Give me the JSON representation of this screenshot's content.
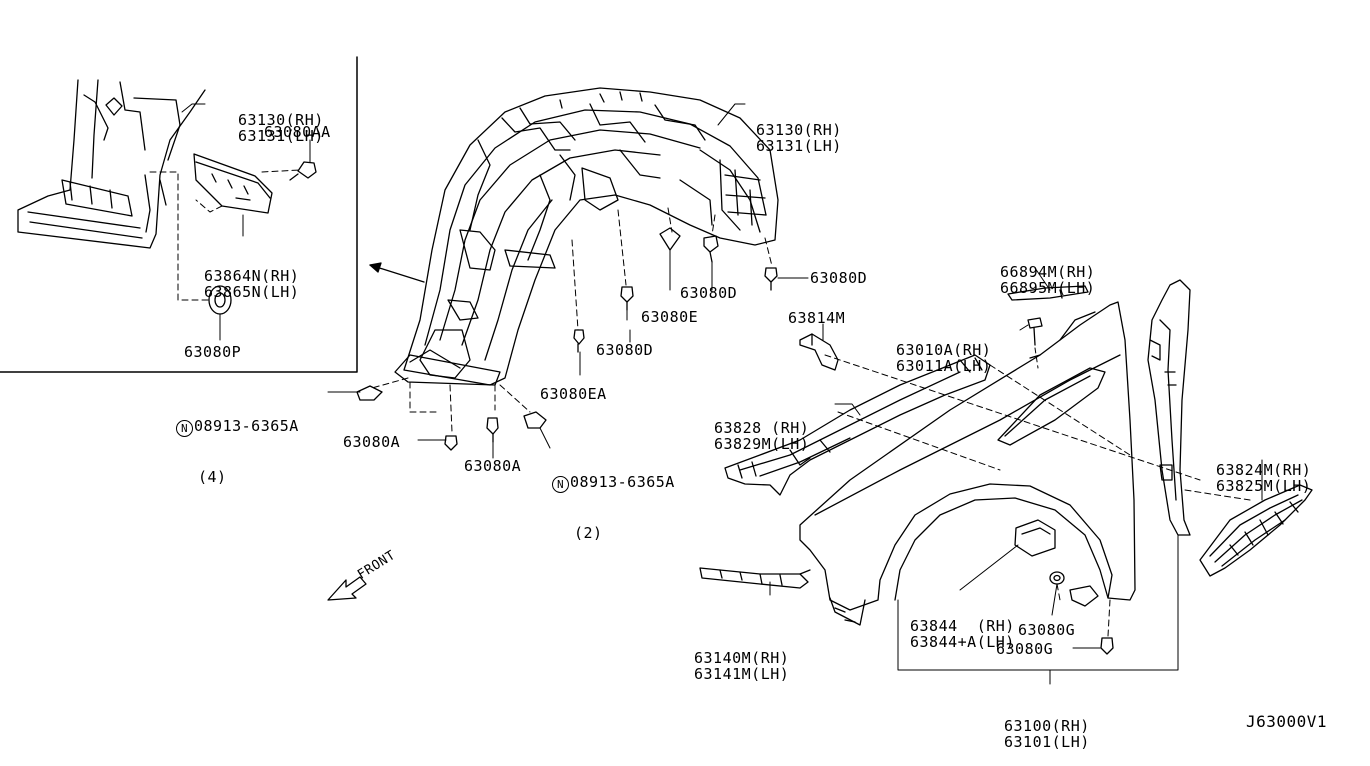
{
  "diagram_code": "J63000V1",
  "front_marker": "FRONT",
  "circle_symbol": "N",
  "parts": {
    "inset_liner": {
      "rh": "63130(RH)",
      "lh": "63131(LH)"
    },
    "inset_clip": "63080AA",
    "inset_cover": {
      "rh": "63864N(RH)",
      "lh": "63865N(LH)"
    },
    "inset_grommet": "63080P",
    "liner": {
      "rh": "63130(RH)",
      "lh": "63131(LH)"
    },
    "nut_left": {
      "part": "08913-6365A",
      "qty": "(4)"
    },
    "nut_right": {
      "part": "08913-6365A",
      "qty": "(2)"
    },
    "clip_a_1": "63080A",
    "clip_a_2": "63080A",
    "clip_ea": "63080EA",
    "clip_d_1": "63080D",
    "clip_e": "63080E",
    "clip_d_2": "63080D",
    "clip_d_3": "63080D",
    "seal_top": {
      "rh": "66894M(RH)",
      "lh": "66895M(LH)"
    },
    "bolt": {
      "rh": "63010A(RH)",
      "lh": "63011A(LH)"
    },
    "bracket": "63814M",
    "stay": {
      "rh": "63828 (RH)",
      "lh": "63829M(LH)"
    },
    "grille": {
      "rh": "63824M(RH)",
      "lh": "63825M(LH)"
    },
    "seal_lower": {
      "rh": "63140M(RH)",
      "lh": "63141M(LH)"
    },
    "protector": {
      "rh": "63844  (RH)",
      "lh": "63844+A(LH)"
    },
    "clip_g_1": "63080G",
    "clip_g_2": "63080G",
    "fender": {
      "rh": "63100(RH)",
      "lh": "63101(LH)"
    }
  }
}
